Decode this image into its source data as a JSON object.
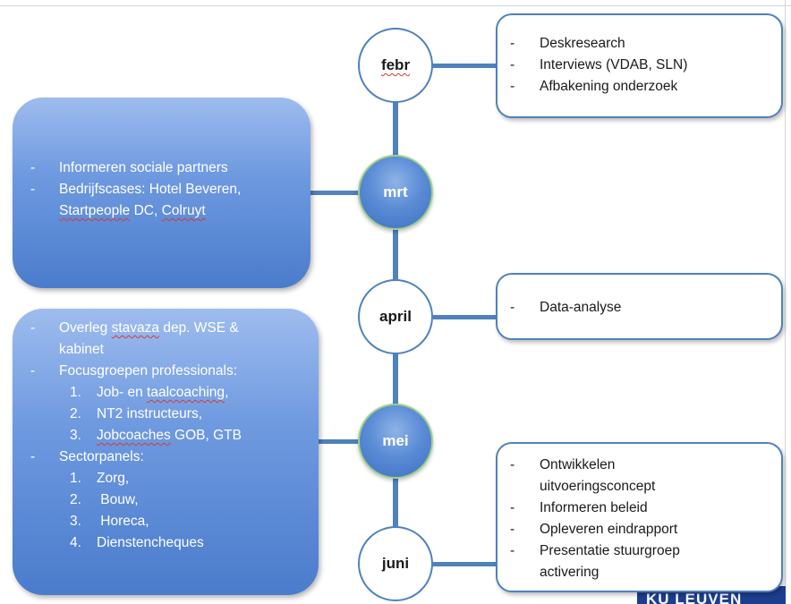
{
  "timeline": {
    "nodes": [
      {
        "label": "febr",
        "style": "white",
        "spellcheck": true
      },
      {
        "label": "mrt",
        "style": "blue"
      },
      {
        "label": "april",
        "style": "white"
      },
      {
        "label": "mei",
        "style": "blue"
      },
      {
        "label": "juni",
        "style": "white"
      }
    ]
  },
  "boxes": {
    "febr": [
      "Deskresearch",
      "Interviews (VDAB, SLN)",
      "Afbakening onderzoek"
    ],
    "mrt": {
      "item1": "Informeren sociale partners",
      "item2_parts": [
        "Bedrijfscases: Hotel Beveren,",
        "Startpeople",
        " DC, ",
        "Colruyt"
      ]
    },
    "april": [
      "Data-analyse"
    ],
    "mei": {
      "overleg_parts": [
        "Overleg ",
        "stavaza",
        " dep. WSE &",
        "kabinet"
      ],
      "focus_title": "Focusgroepen professionals:",
      "focus_items": [
        {
          "num": "1.",
          "parts": [
            "Job- en ",
            "taalcoaching",
            ","
          ]
        },
        {
          "num": "2.",
          "parts": [
            "NT2 instructeurs,"
          ]
        },
        {
          "num": "3.",
          "parts": [
            "Jobcoaches",
            " GOB, GTB"
          ]
        }
      ],
      "sector_title": "Sectorpanels:",
      "sector_items": [
        {
          "num": "1.",
          "text": "Zorg,"
        },
        {
          "num": "2.",
          "text": " Bouw,"
        },
        {
          "num": "3.",
          "text": " Horeca,"
        },
        {
          "num": "4.",
          "text": "Dienstencheques"
        }
      ]
    },
    "juni": [
      "Ontwikkelen",
      "uitvoeringsconcept",
      "Informeren beleid",
      "Opleveren eindrapport",
      "Presentatie stuurgroep",
      "activering"
    ]
  },
  "bullet": "-",
  "logo": {
    "text": "KU LEUVEN"
  },
  "colors": {
    "accent": "#4f81bd",
    "node_fill": "#5b8cd6",
    "node_ring": "#9bd08a",
    "logo": "#1d3e8f"
  }
}
